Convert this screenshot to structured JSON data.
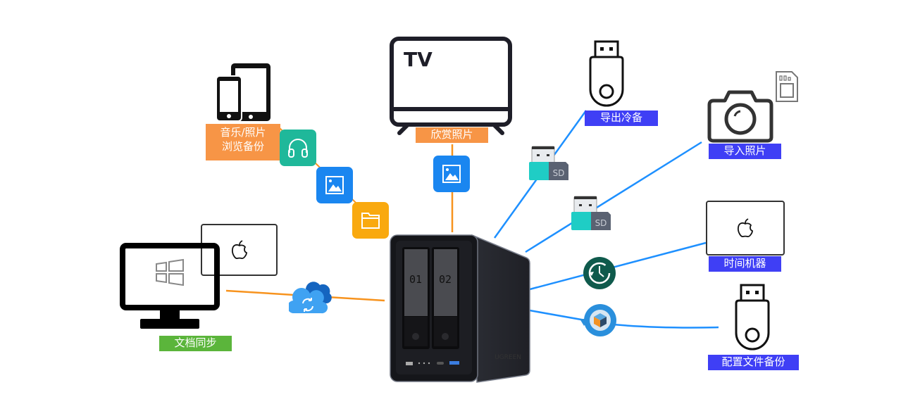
{
  "diagram": {
    "center_device": {
      "name": "NAS",
      "bay_labels": [
        "01",
        "02"
      ],
      "brand_mark": "UGREEN"
    },
    "nodes": [
      {
        "id": "mobile",
        "icon": "phone-tablet-icon",
        "label_lines": [
          "音乐/照片",
          "浏览备份"
        ],
        "label_color": "#f79546",
        "link_color": "#f7931e"
      },
      {
        "id": "tv",
        "icon": "tv-icon",
        "icon_text": "TV",
        "label": "欣赏照片",
        "label_color": "#f79546",
        "link_color": "#f7931e"
      },
      {
        "id": "export",
        "icon": "usb-drive-icon",
        "label": "导出冷备",
        "label_color": "#3f3ff5",
        "link_color": "#1e90ff"
      },
      {
        "id": "import",
        "icon": "camera-icon",
        "secondary_icon": "sd-card-icon",
        "label": "导入照片",
        "label_color": "#3f3ff5",
        "link_color": "#1e90ff"
      },
      {
        "id": "timemachine",
        "icon": "mac-icon",
        "label": "时间机器",
        "label_color": "#3f3ff5",
        "link_color": "#1e90ff"
      },
      {
        "id": "config",
        "icon": "usb-drive-icon",
        "label": "配置文件备份",
        "label_color": "#3f3ff5",
        "link_color": "#1e90ff"
      },
      {
        "id": "desktop",
        "icon": "windows-monitor-icon",
        "secondary_icon": "mac-icon",
        "label": "文档同步",
        "label_color": "#5bb53b",
        "link_color": "#f7931e"
      }
    ],
    "connector_icons": [
      {
        "name": "headphones-app-icon",
        "color": "#1fb89a"
      },
      {
        "name": "photo-app-icon",
        "color": "#1a86f0"
      },
      {
        "name": "folder-app-icon",
        "color": "#f9a90f"
      },
      {
        "name": "tv-photo-app-icon",
        "color": "#1a86f0"
      },
      {
        "name": "usb-sd-adapter-icon",
        "text": "SD"
      },
      {
        "name": "usb-sd-adapter-icon",
        "text": "SD"
      },
      {
        "name": "time-machine-icon",
        "color": "#0f5a4c"
      },
      {
        "name": "config-backup-icon",
        "color": "#2a8fdc"
      },
      {
        "name": "cloud-sync-icon",
        "color": "#2c98ef"
      }
    ]
  }
}
